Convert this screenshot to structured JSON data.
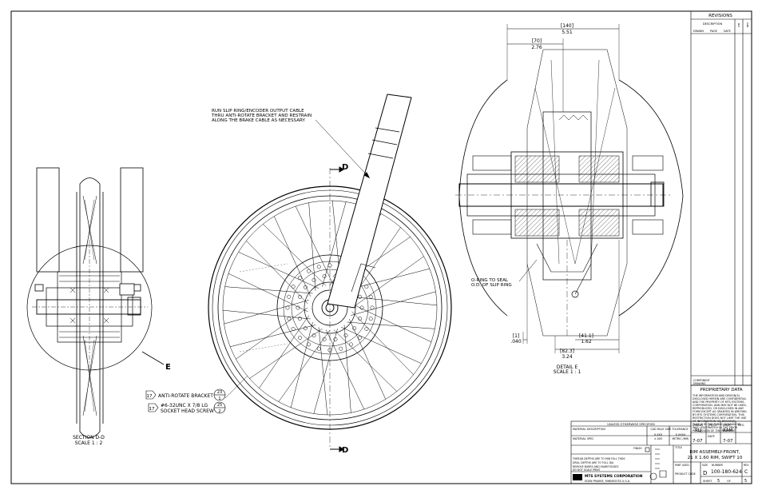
{
  "drawing": {
    "section_label_line1": "SECTION D-D",
    "section_label_line2": "SCALE 1 : 2",
    "detail_label_line1": "DETAIL E",
    "detail_label_line2": "SCALE 1 : 1",
    "section_marker": "D",
    "detail_marker": "E",
    "note_cable_line1": "RUN SLIP RING/ENCODER OUTPUT CABLE",
    "note_cable_line2": "THRU ANTI-ROTATE BRACKET AND RESTRAIN",
    "note_cable_line3": "ALONG THE BRAKE CABLE AS NECESSARY",
    "note_oring_line1": "O-RING TO SEAL",
    "note_oring_line2": "O.D. OF SLIP RING",
    "balloon1": {
      "item": "17",
      "text": "ANTI-ROTATE BRACKET",
      "qty_top": "23",
      "qty_bottom": "1"
    },
    "balloon2": {
      "item": "17",
      "text_line1": "#6-32UNC X 7/8 LG",
      "text_line2": "SOCKET HEAD SCREW",
      "qty_top": "25",
      "qty_bottom": "2"
    },
    "dims": {
      "d140": "[140]",
      "d140_in": "5.51",
      "d70": "[70]",
      "d70_in": "2.76",
      "d1": "[1]",
      "d1_in": ".040",
      "d41": "[41.1]",
      "d41_in": "1.62",
      "d82": "[82.3]",
      "d82_in": "3.24"
    }
  },
  "revisions": {
    "title": "REVISIONS",
    "description": "DESCRIPTION",
    "drawn": "DRAWN",
    "page": "PAGE",
    "date": "DATE",
    "ltr": "LTR",
    "rev": "REV"
  },
  "proprietary": {
    "title": "PROPRIETARY DATA",
    "body_line1": "THE INFORMATION AND DESIGN(S)",
    "body_line2": "DISCLOSED HEREIN ARE CONFIDENTIAL",
    "body_line3": "AND THE PROPERTY OF MTS SYSTEMS",
    "body_line4": "CORPORATION, AND MAY NOT BE USED,",
    "body_line5": "REPRODUCED, OR DISCLOSED IN ANY",
    "body_line6": "FORM EXCEPT AS GRANTED IN WRITING",
    "body_line7": "BY MTS SYSTEMS CORPORATION. THIS",
    "body_line8": "RESTRICTION DOES NOT LIMIT THE USE",
    "body_line9": "OF INFORMATION OR DESIGN(S)",
    "body_line10": "THAT IS IN THE PUBLIC DOMAIN OR",
    "body_line11": "WAS LEGITIMATELY IN THE PRIOR",
    "body_line12": "POSSESSION OF THE RECIPIENT.",
    "small1": "COMPONENT",
    "small2": "DRAWING"
  },
  "titleblock": {
    "unless": "UNLESS OTHERWISE SPECIFIED",
    "material_desc": "MATERIAL DESCRIPTION",
    "material_spec": "MATERIAL SPEC",
    "finish": "FINISH",
    "cad_tol": "CAD RULE SIZE TOLERANCE",
    "tol1": "X.XXX",
    "tol2": "±.005",
    "tol3": "X.XXXX",
    "metric": "METRIC (MM)",
    "drawn_label": "DRAWN",
    "drawn_val": "RLJ",
    "check_label": "CHECK",
    "engr_label": "ENGR",
    "engr_val": "RAM",
    "mfg_label": "MFG",
    "date_label": "DATE",
    "date1": "7-07",
    "date2": "7-07",
    "title_label": "TITLE",
    "title_line1": "RIM ASSEMBLY-FRONT,",
    "title_line2": "21 X 1.60 RIM, SWIFT 10",
    "size_label": "SIZE",
    "size_val": "D",
    "drawing_no_label": "NUMBER",
    "drawing_no": "100-180-624",
    "rev_label": "REV",
    "rev_val": "C",
    "sheet": "SHEET",
    "sheet_val": "5",
    "of": "OF",
    "of_val": "5",
    "part_label": "PART USED",
    "product_label": "PRODUCT CODE",
    "note1": "THREAD DEPTHS ARE TO MIN FULL THDS",
    "note2": "DRILL DEPTHS ARE TO FULL DIA",
    "note3": "REMOVE BURRS AND SHARP EDGES",
    "note4": "DO NOT SCALE PRINT",
    "company": "MTS SYSTEMS CORPORATION",
    "address": "EDEN PRAIRIE, MINNESOTA U.S.A."
  }
}
